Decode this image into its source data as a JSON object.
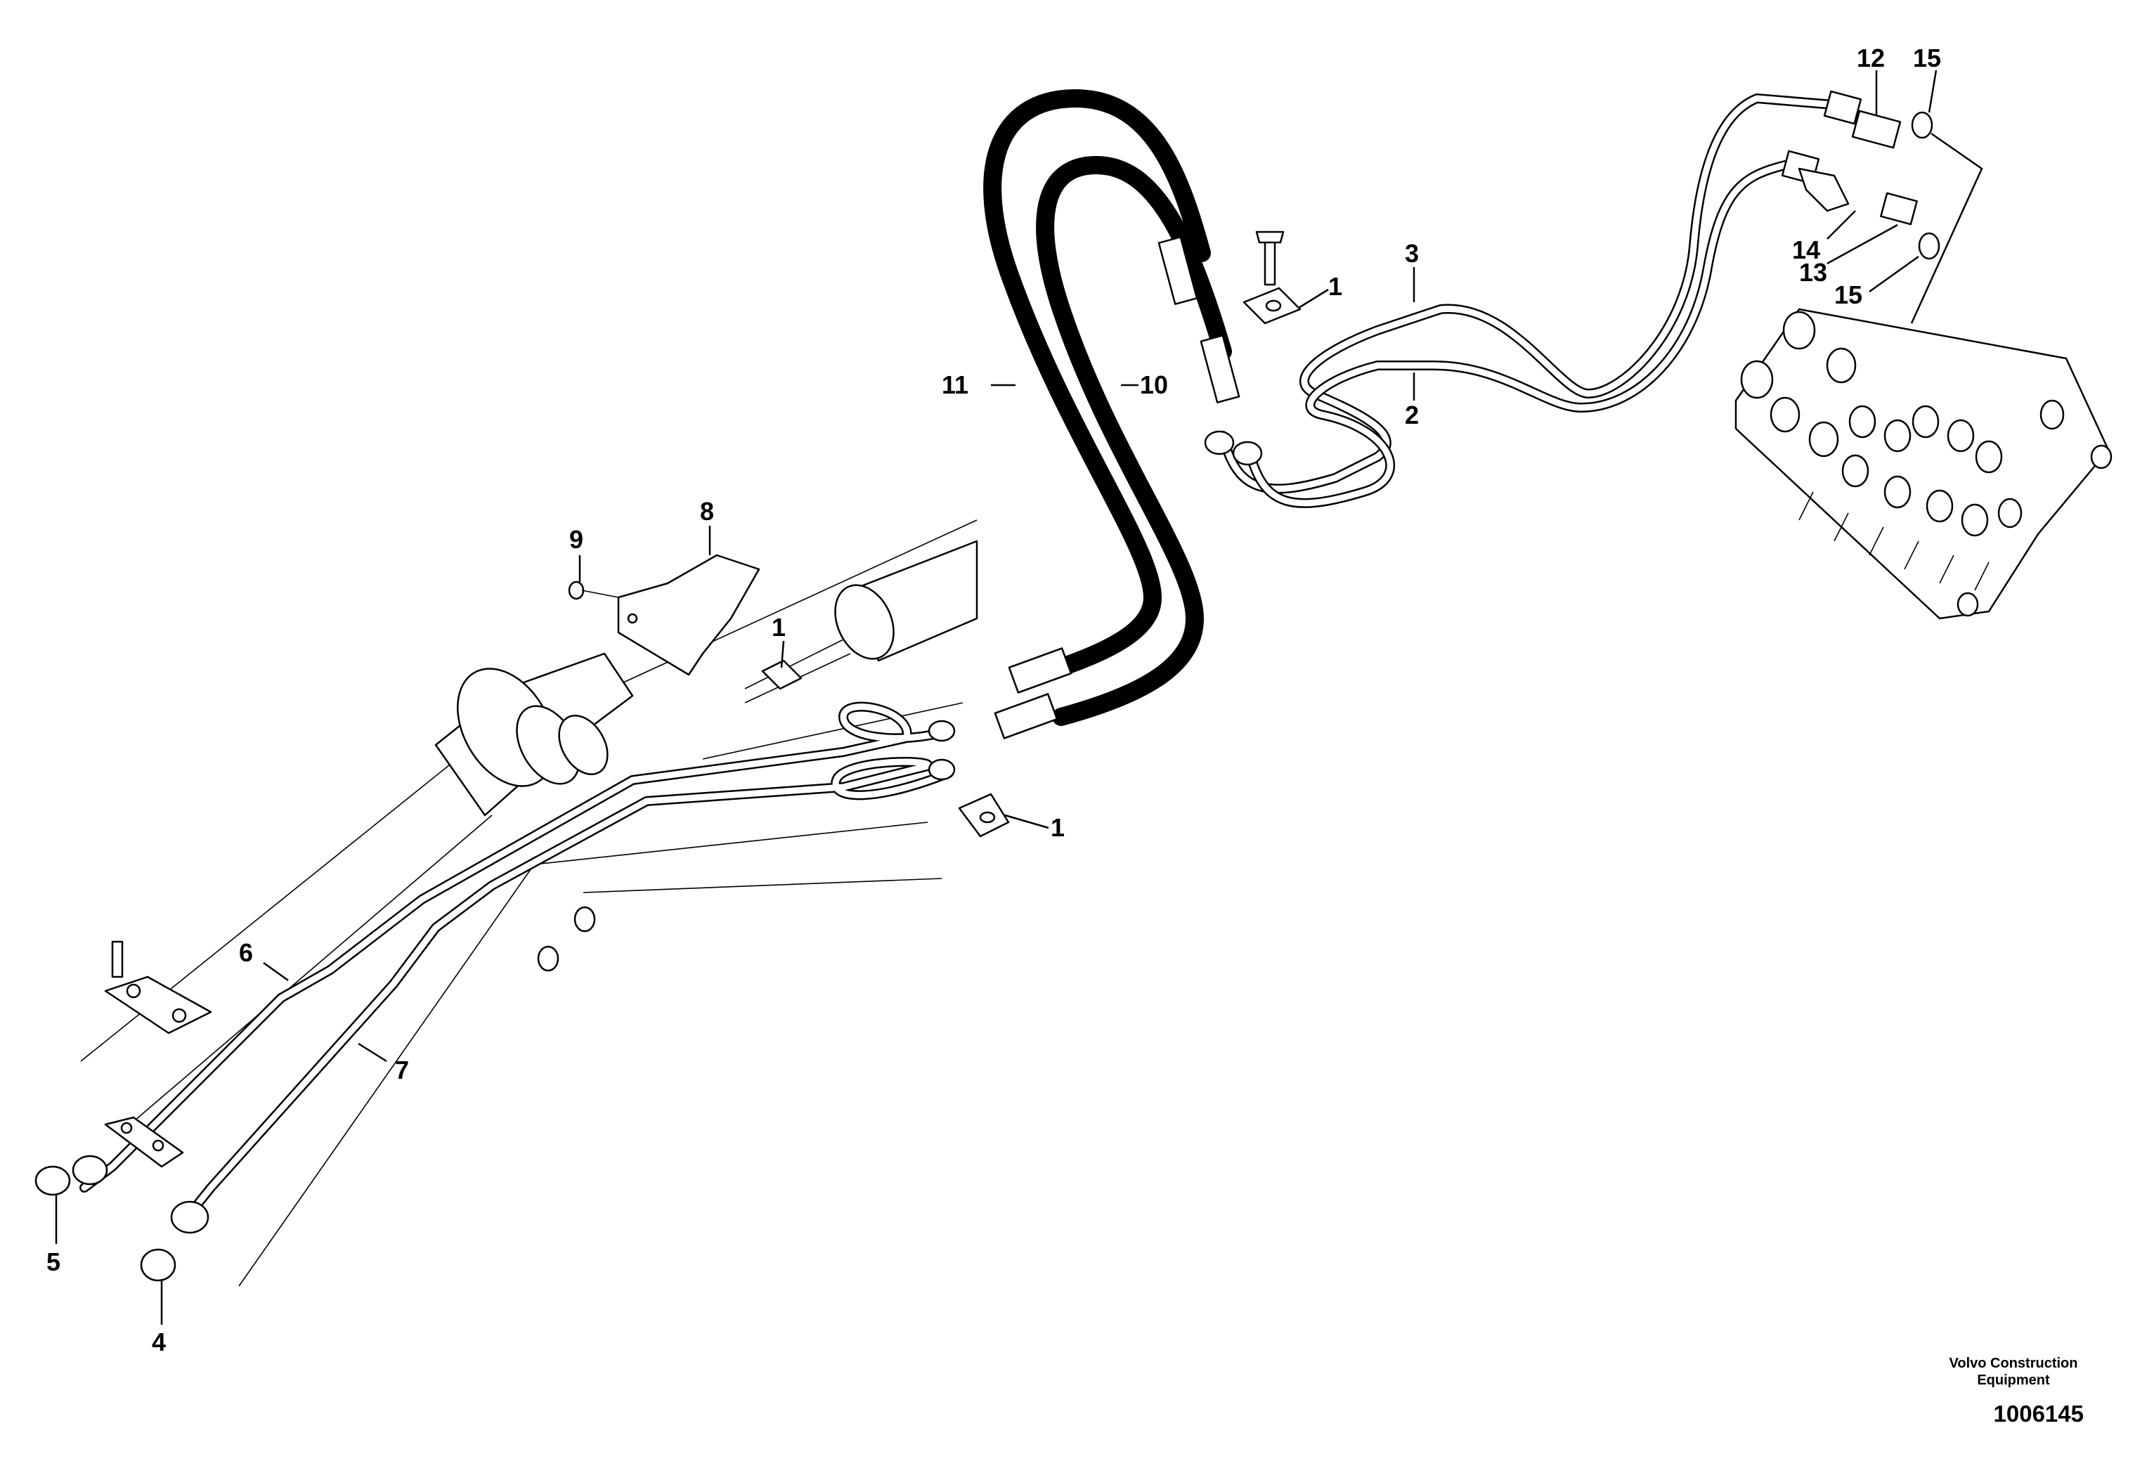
{
  "callouts": {
    "c1a": "1",
    "c1b": "1",
    "c1c": "1",
    "c2": "2",
    "c3": "3",
    "c4": "4",
    "c5": "5",
    "c6": "6",
    "c7": "7",
    "c8": "8",
    "c9": "9",
    "c10": "10",
    "c11": "11",
    "c12": "12",
    "c13": "13",
    "c14": "14",
    "c15a": "15",
    "c15b": "15"
  },
  "footer": {
    "brand": "Volvo Construction Equipment",
    "doc_number": "1006145"
  }
}
